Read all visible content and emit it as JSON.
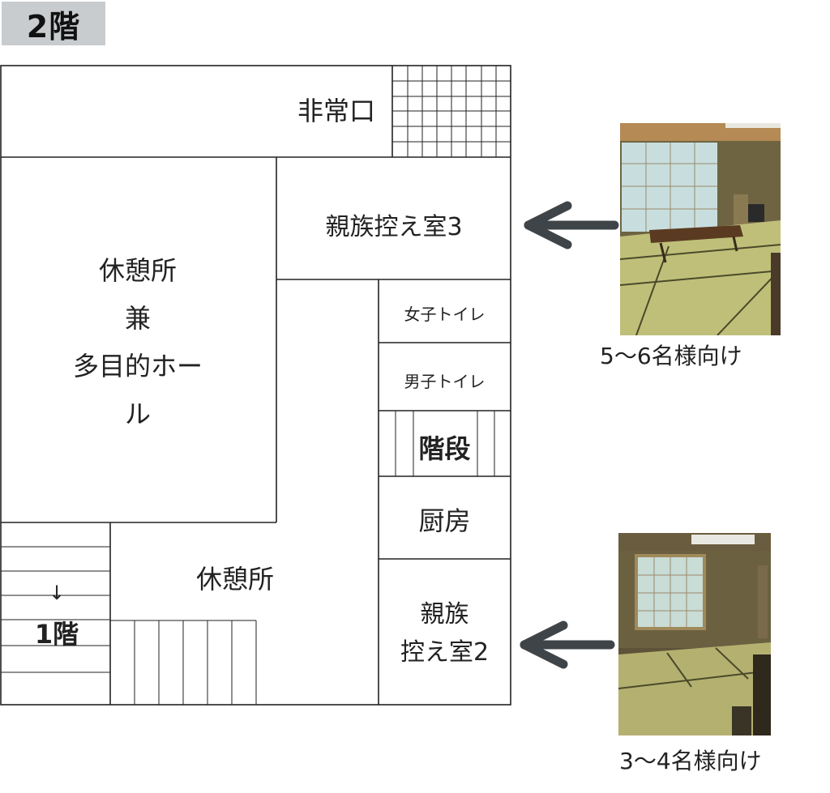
{
  "floor": {
    "title": "2階"
  },
  "rooms": {
    "emergency_exit": "非常口",
    "family_room_3": "親族控え室3",
    "lounge_hall": "休憩所\n兼\n多目的ホー\nル",
    "womens_toilet": "女子トイレ",
    "mens_toilet": "男子トイレ",
    "stairs": "階段",
    "kitchen": "厨房",
    "family_room_2": "親族\n控え室2",
    "lounge": "休憩所",
    "first_floor": "1階",
    "down_arrow": "↓"
  },
  "photos": [
    {
      "caption": "5〜6名様向け"
    },
    {
      "caption": "3〜4名様向け"
    }
  ],
  "colors": {
    "arrow": "#3e4448",
    "badge": "#c9ccce",
    "line": "#222222"
  }
}
